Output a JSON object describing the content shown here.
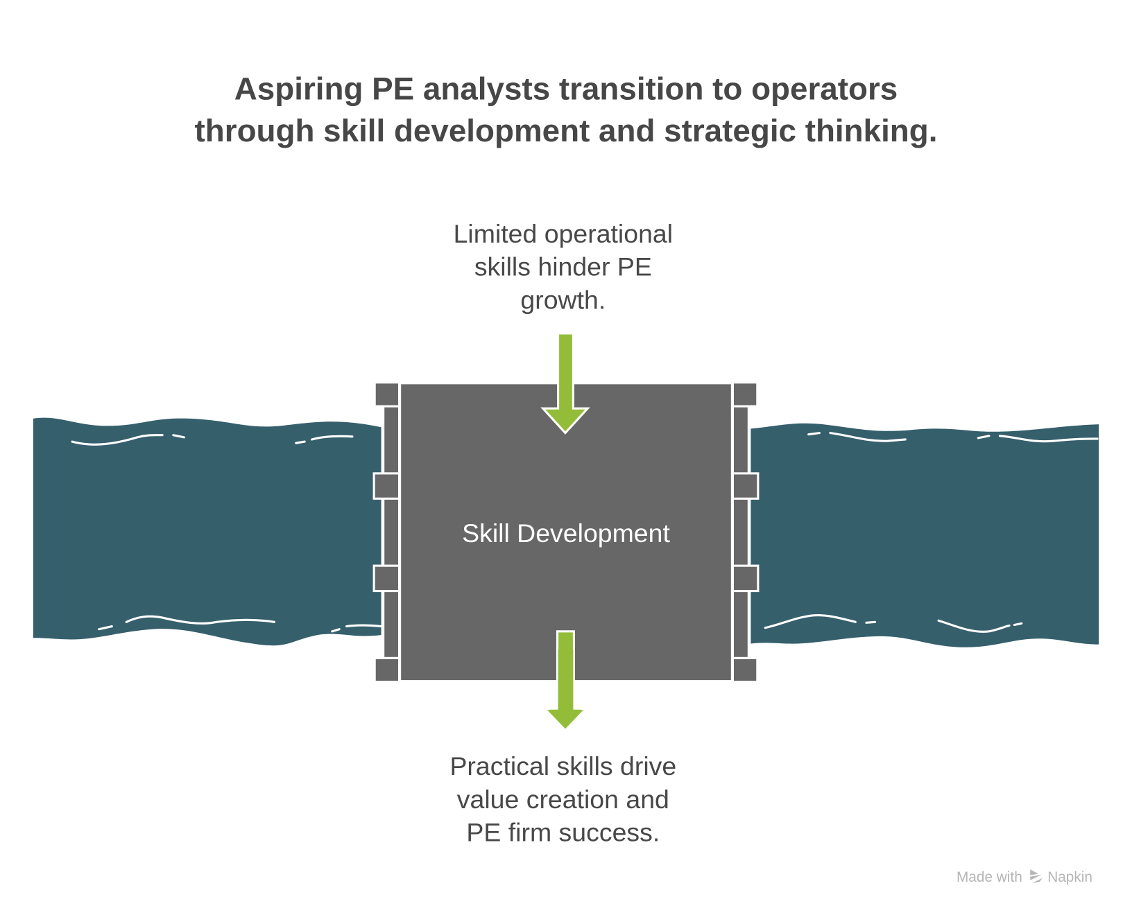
{
  "title": {
    "line1": "Aspiring PE analysts transition to operators",
    "line2": "through skill development and strategic thinking."
  },
  "input_text": [
    "Limited operational",
    "skills hinder PE",
    "growth."
  ],
  "center_label": "Skill Development",
  "output_text": [
    "Practical skills drive",
    "value creation and",
    "PE firm success."
  ],
  "watermark": {
    "prefix": "Made with",
    "brand": "Napkin",
    "icon": "napkin-logo-icon"
  },
  "colors": {
    "river": "#365f6c",
    "box": "#676767",
    "arrow": "#93bd38",
    "text": "#474747"
  }
}
